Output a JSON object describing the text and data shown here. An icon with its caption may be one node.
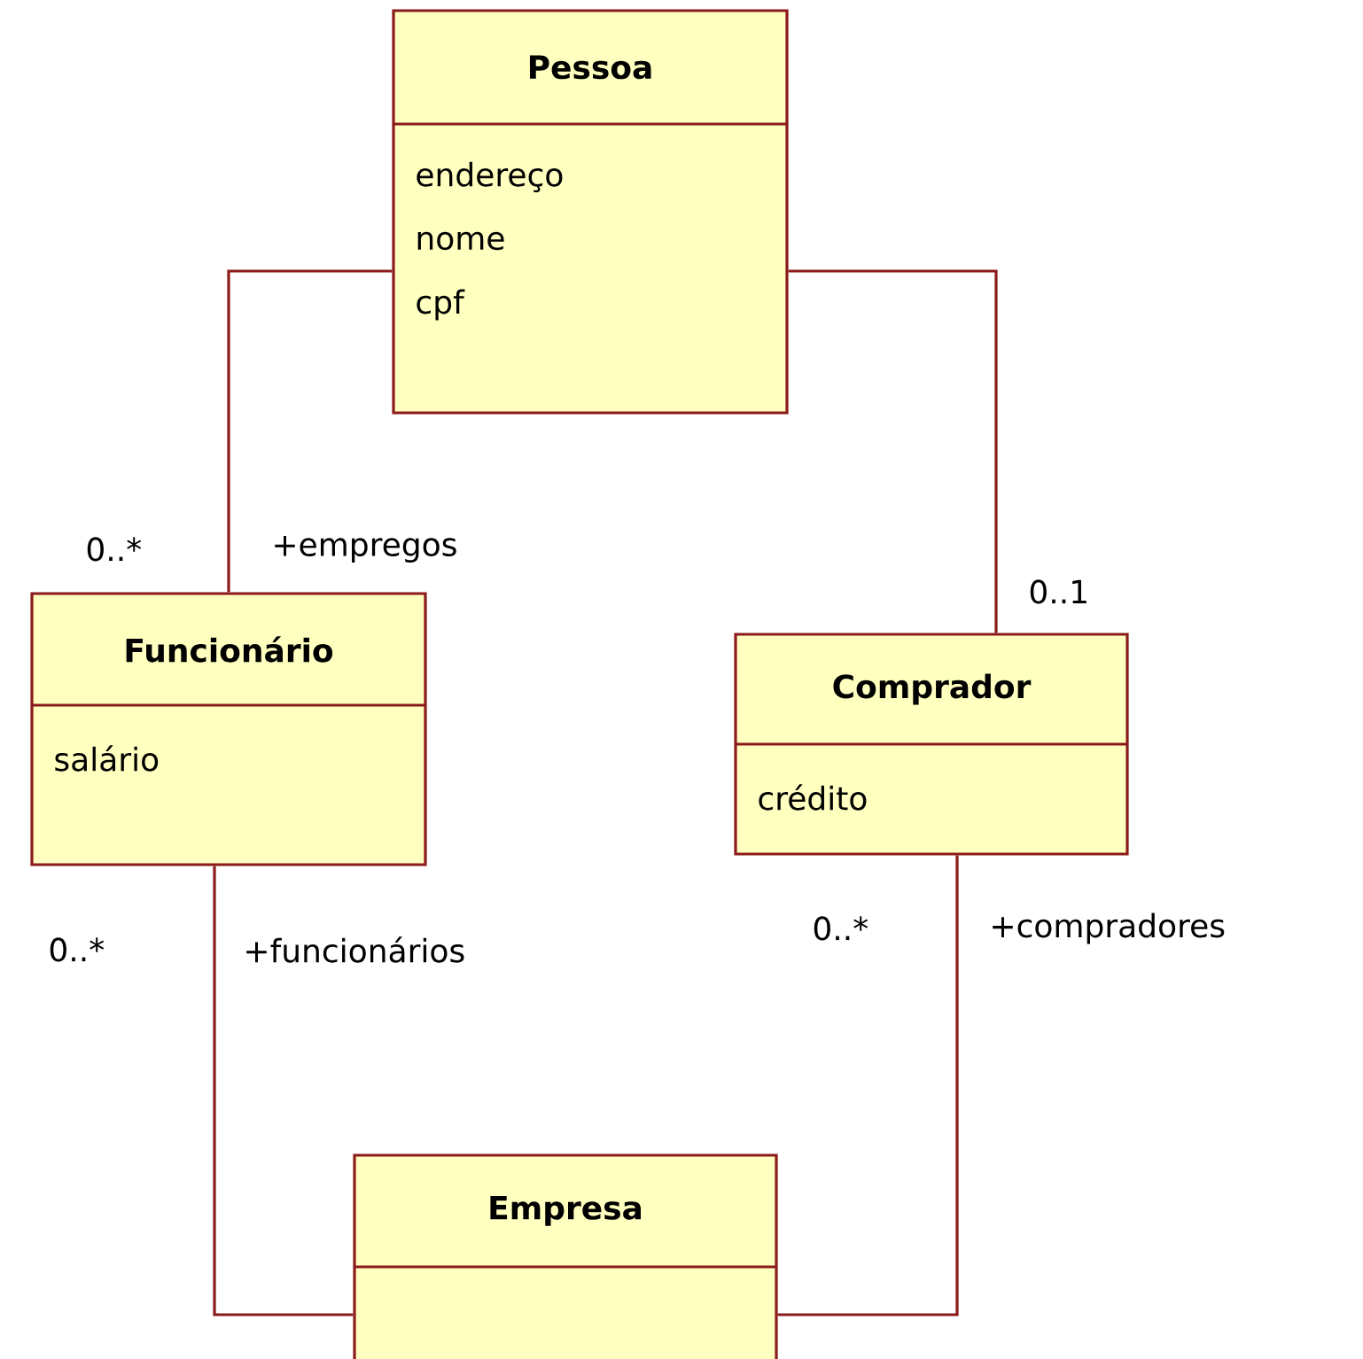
{
  "diagram": {
    "nodes": [
      {
        "text": [
          "Pessoa",
          "endereço",
          "nome",
          "cpf"
        ]
      },
      {
        "text": [
          "Funcionário",
          "salário"
        ]
      },
      {
        "text": [
          "Comprador",
          "crédito"
        ]
      },
      {
        "text": [
          "Empresa"
        ]
      }
    ],
    "edges": [
      {
        "from": 0,
        "to": 1,
        "arrow": "none"
      },
      {
        "from": 0,
        "to": 2,
        "arrow": "none"
      },
      {
        "from": 1,
        "to": 3,
        "arrow": "none"
      },
      {
        "from": 2,
        "to": 3,
        "arrow": "none"
      }
    ],
    "labels": [
      "0..*",
      "+empregos",
      "0..1",
      "0..*",
      "+funcionários",
      "0..*",
      "+compradores"
    ]
  }
}
